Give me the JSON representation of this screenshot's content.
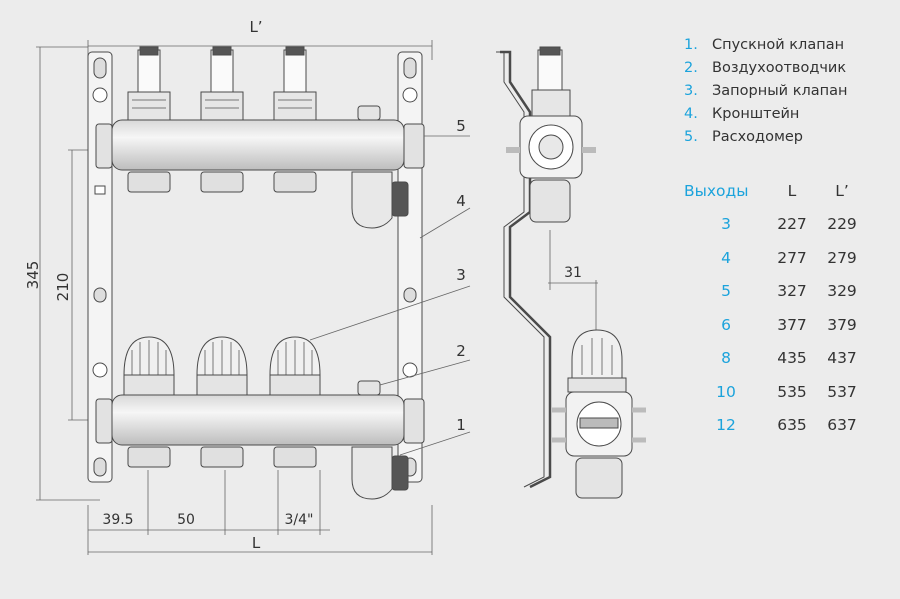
{
  "legend": [
    {
      "num": "1.",
      "label": "Спускной клапан"
    },
    {
      "num": "2.",
      "label": "Воздухоотводчик"
    },
    {
      "num": "3.",
      "label": "Запорный клапан"
    },
    {
      "num": "4.",
      "label": "Кронштейн"
    },
    {
      "num": "5.",
      "label": "Расходомер"
    }
  ],
  "table": {
    "headers": [
      "Выходы",
      "L",
      "L’"
    ],
    "rows": [
      [
        "3",
        "227",
        "229"
      ],
      [
        "4",
        "277",
        "279"
      ],
      [
        "5",
        "327",
        "329"
      ],
      [
        "6",
        "377",
        "379"
      ],
      [
        "8",
        "435",
        "437"
      ],
      [
        "10",
        "535",
        "537"
      ],
      [
        "12",
        "635",
        "637"
      ]
    ]
  },
  "dimensions": {
    "top_width": "L’",
    "bottom_width": "L",
    "height_total": "345",
    "height_inner": "210",
    "offset_first": "39.5",
    "pitch": "50",
    "thread": "3/4\"",
    "side_offset": "31"
  },
  "callouts": [
    "5",
    "4",
    "3",
    "2",
    "1"
  ],
  "colors": {
    "accent": "#1ba3dc",
    "line": "#4a4a4a",
    "background": "#ececec"
  }
}
